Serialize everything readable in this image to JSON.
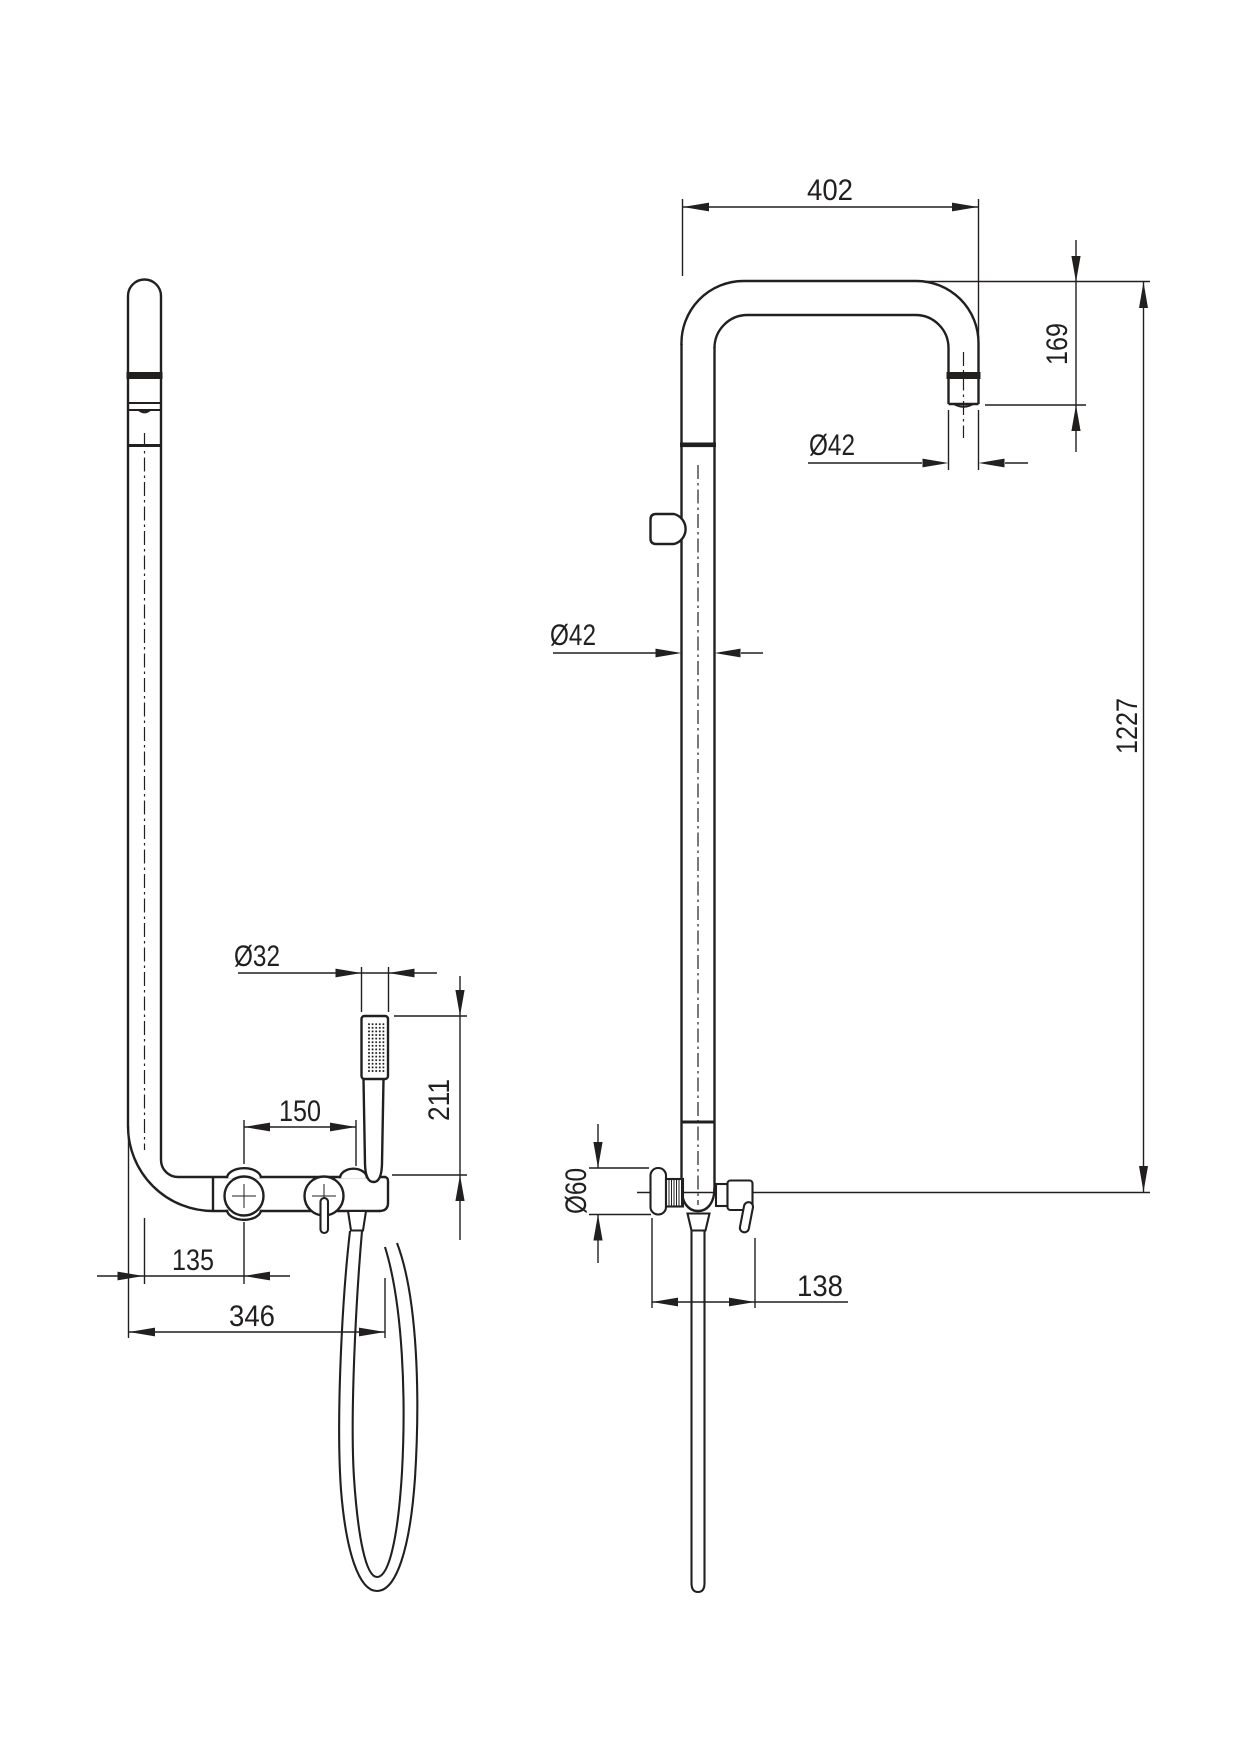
{
  "drawing": {
    "colors": {
      "line": "#221f1f",
      "background": "#ffffff"
    },
    "side_view": {
      "dim_handshower_diameter": "Ø32",
      "dim_union_spacing": "150",
      "dim_handshower_height": "211",
      "dim_centerline_to_union": "135",
      "dim_overall_depth": "346"
    },
    "front_view": {
      "dim_arm_reach": "402",
      "dim_arm_drop": "169",
      "dim_spout_diameter": "Ø42",
      "dim_column_diameter": "Ø42",
      "dim_overall_height": "1227",
      "dim_flange_diameter": "Ø60",
      "dim_bracket_width": "138"
    }
  }
}
